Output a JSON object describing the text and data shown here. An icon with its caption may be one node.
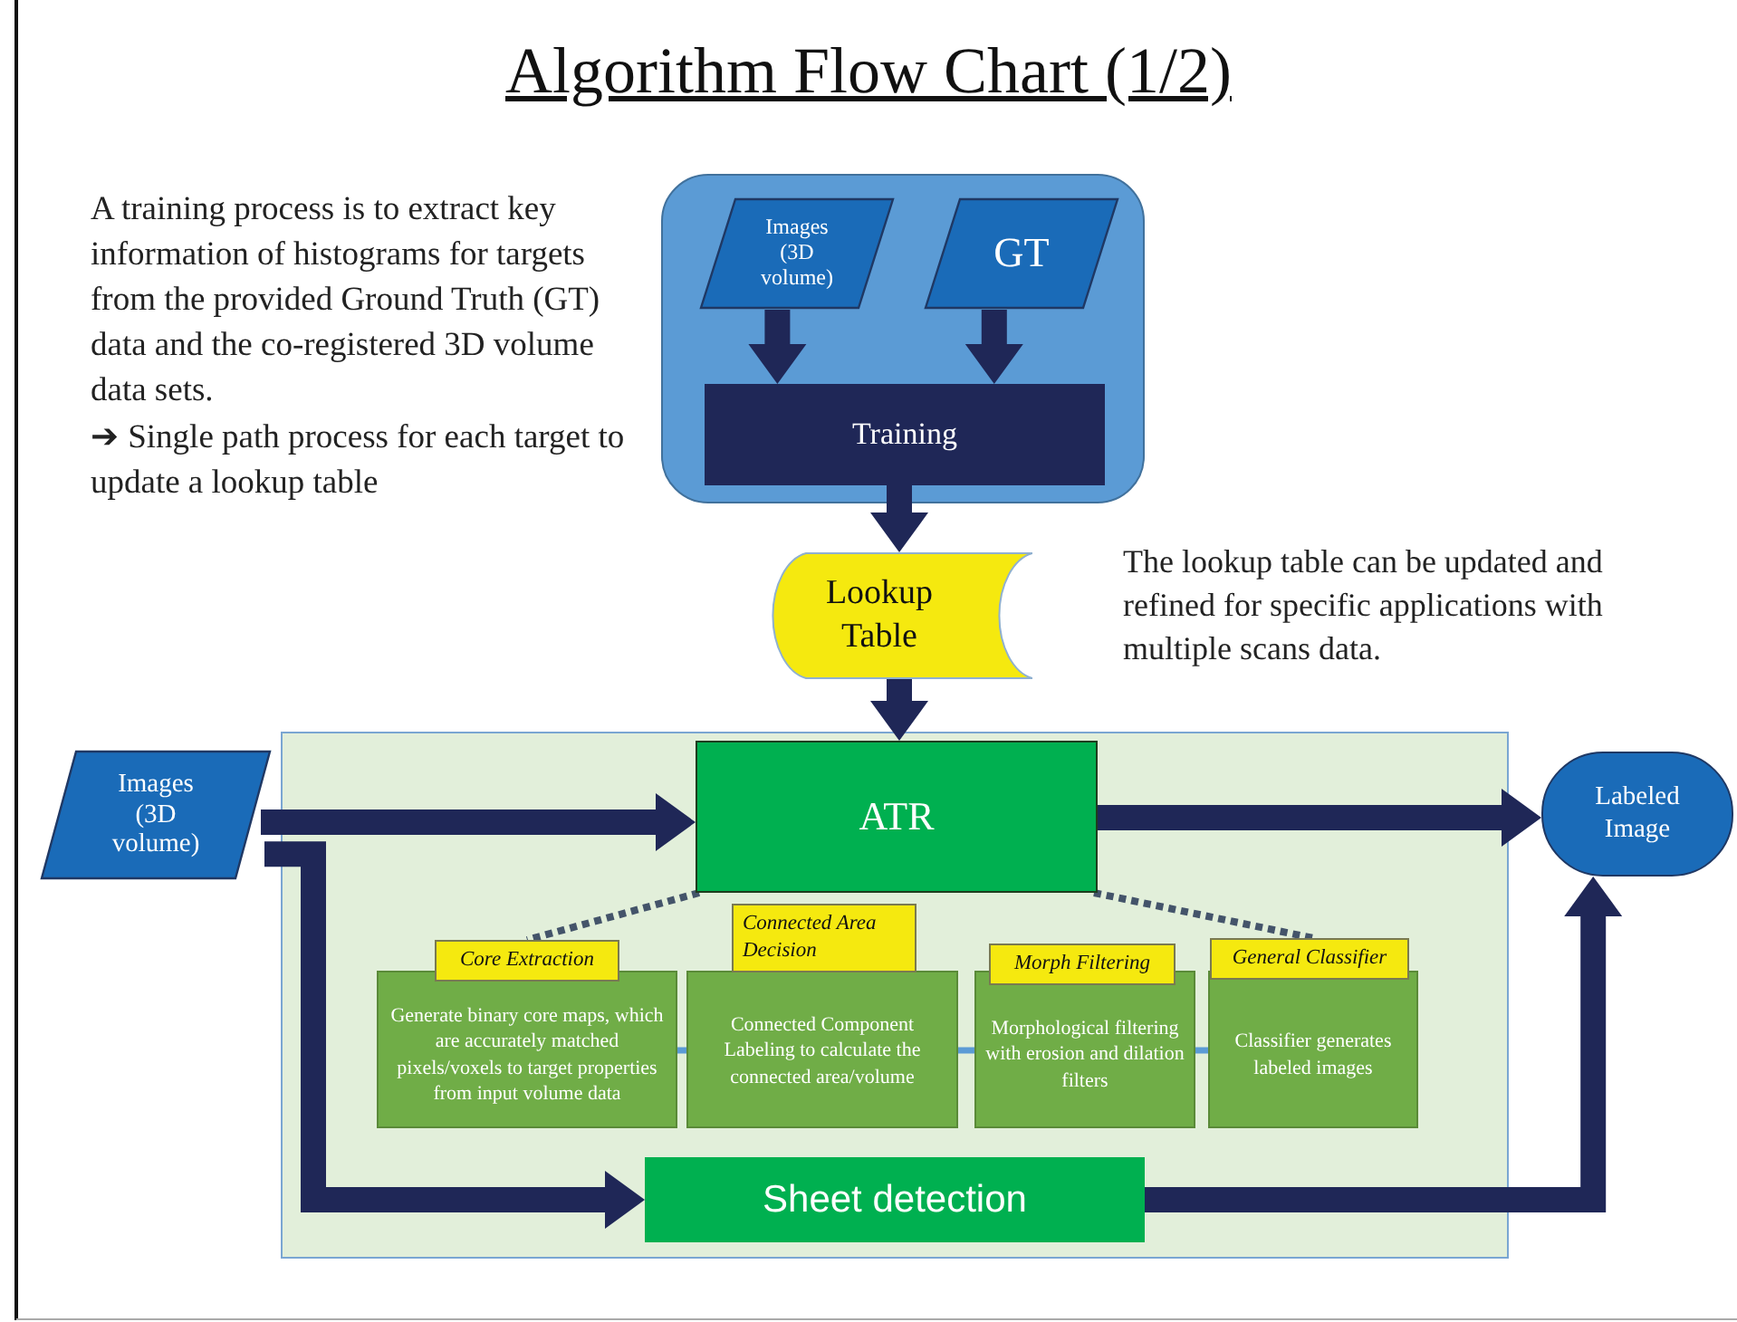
{
  "diagram": {
    "title": "Algorithm Flow Chart (1/2)",
    "nodes": [
      {
        "text": [],
        "shape": "box"
      },
      {
        "text": [
          "Images (3D volume)"
        ],
        "in": 0
      },
      {
        "text": [
          "GT"
        ],
        "in": 0
      },
      {
        "text": [
          "Training"
        ],
        "in": 0
      },
      {
        "text": [
          "Lookup Table"
        ]
      },
      {
        "text": [
          "Images (3D volume)"
        ]
      },
      {
        "text": [],
        "shape": "box"
      },
      {
        "text": [
          "ATR"
        ],
        "in": 6
      },
      {
        "text": [
          "Core Extraction",
          "Generate binary core maps, which are accurately matched pixels/voxels to target properties from input volume data"
        ],
        "in": 6
      },
      {
        "text": [
          "Connected Area Decision",
          "Connected Component Labeling to calculate the connected area/volume"
        ],
        "in": 6
      },
      {
        "text": [
          "Morph Filtering",
          "Morphological filtering with erosion and dilation filters"
        ],
        "in": 6
      },
      {
        "text": [
          "General Classifier",
          "Classifier generates labeled images"
        ],
        "in": 6
      },
      {
        "text": [
          "Sheet detection"
        ],
        "in": 6
      },
      {
        "text": [
          "Labeled Image"
        ]
      }
    ],
    "edges": [
      {
        "from": 1,
        "to": 3,
        "arrow": "to",
        "style": "thick"
      },
      {
        "from": 2,
        "to": 3,
        "arrow": "to",
        "style": "thick"
      },
      {
        "from": 3,
        "to": 4,
        "arrow": "to",
        "style": "thick"
      },
      {
        "from": 4,
        "to": 7,
        "arrow": "to",
        "style": "thick"
      },
      {
        "from": 5,
        "to": 7,
        "arrow": "to",
        "style": "thick"
      },
      {
        "from": 5,
        "to": 12,
        "arrow": "to",
        "style": "thick"
      },
      {
        "from": 7,
        "to": 13,
        "arrow": "to",
        "style": "thick"
      },
      {
        "from": 12,
        "to": 13,
        "arrow": "to",
        "style": "thick"
      },
      {
        "from": 7,
        "to": 8,
        "arrow": "none",
        "style": "dashed",
        "color": "#44546a"
      },
      {
        "from": 7,
        "to": 11,
        "arrow": "none",
        "style": "dashed",
        "color": "#44546a"
      },
      {
        "from": 8,
        "to": 9,
        "arrow": "none",
        "color": "#5b9bd5"
      },
      {
        "from": 9,
        "to": 10,
        "arrow": "none",
        "color": "#5b9bd5"
      },
      {
        "from": 10,
        "to": 11,
        "arrow": "none",
        "color": "#5b9bd5"
      }
    ],
    "labels": [
      "A training process is to extract key information of histograms for targets from the provided Ground Truth (GT) data and the co-registered 3D volume data sets.",
      "➔ Single path process for each target to update a lookup table",
      "The lookup table can be updated and refined for specific applications with multiple scans data."
    ]
  }
}
